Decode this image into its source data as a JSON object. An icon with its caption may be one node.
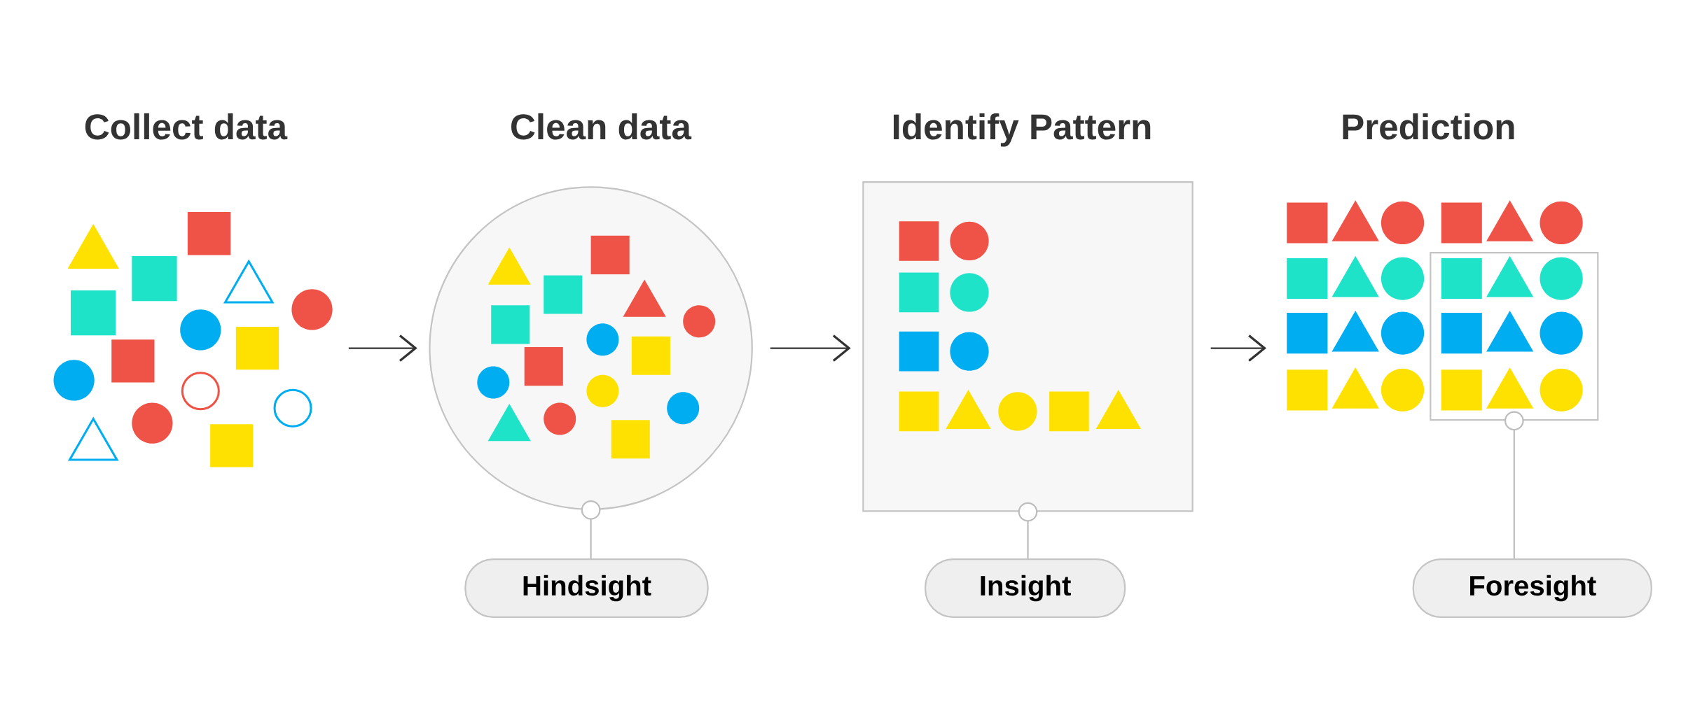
{
  "diagram": {
    "nodes": [
      {
        "text": [
          "Collect data"
        ]
      },
      {
        "text": [
          "Clean data"
        ]
      },
      {
        "text": [
          "Identify Pattern"
        ]
      },
      {
        "text": [
          "Prediction"
        ]
      },
      {
        "text": [
          "Hindsight"
        ]
      },
      {
        "text": [
          "Insight"
        ]
      },
      {
        "text": [
          "Foresight"
        ]
      },
      {
        "text": [],
        "shape": "box",
        "in": 3
      }
    ],
    "edges": [
      {
        "from": 0,
        "to": 1,
        "arrow": "to"
      },
      {
        "from": 1,
        "to": 2,
        "arrow": "to"
      },
      {
        "from": 2,
        "to": 3,
        "arrow": "to"
      },
      {
        "from": 4,
        "to": 1,
        "arrow": "other",
        "color": "#bdbdbd"
      },
      {
        "from": 5,
        "to": 2,
        "arrow": "other",
        "color": "#bdbdbd"
      },
      {
        "from": 6,
        "to": 7,
        "arrow": "other",
        "color": "#bdbdbd"
      }
    ]
  }
}
